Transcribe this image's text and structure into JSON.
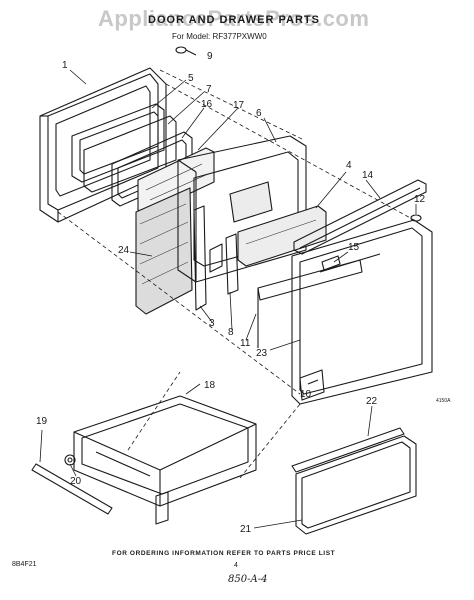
{
  "watermark": "AppliancePartsPros.com",
  "header": {
    "title": "DOOR AND DRAWER PARTS",
    "model": "For Model: RF377PXWW0"
  },
  "callouts": {
    "c1": "1",
    "c3": "3",
    "c4": "4",
    "c5": "5",
    "c6": "6",
    "c7": "7",
    "c8": "8",
    "c9": "9",
    "c10": "10",
    "c11": "11",
    "c12": "12",
    "c14": "14",
    "c15": "15",
    "c16": "16",
    "c17": "17",
    "c18": "18",
    "c19": "19",
    "c20": "20",
    "c21": "21",
    "c22": "22",
    "c23": "23",
    "c24": "24"
  },
  "side_code": "4150A",
  "footer": {
    "note": "FOR ORDERING INFORMATION REFER TO PARTS PRICE LIST",
    "page_number": "4",
    "left_code": "8B4F21",
    "handwritten": "850-A-4"
  }
}
